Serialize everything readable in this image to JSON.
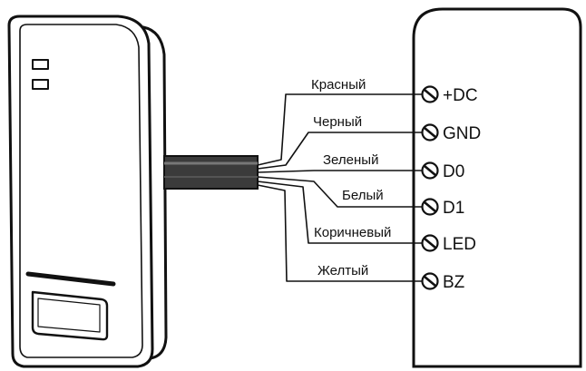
{
  "wires": [
    {
      "color_label": "Красный",
      "terminal": "+DC"
    },
    {
      "color_label": "Черный",
      "terminal": "GND"
    },
    {
      "color_label": "Зеленый",
      "terminal": "D0"
    },
    {
      "color_label": "Белый",
      "terminal": "D1"
    },
    {
      "color_label": "Коричневый",
      "terminal": "LED"
    },
    {
      "color_label": "Желтый",
      "terminal": "BZ"
    }
  ]
}
